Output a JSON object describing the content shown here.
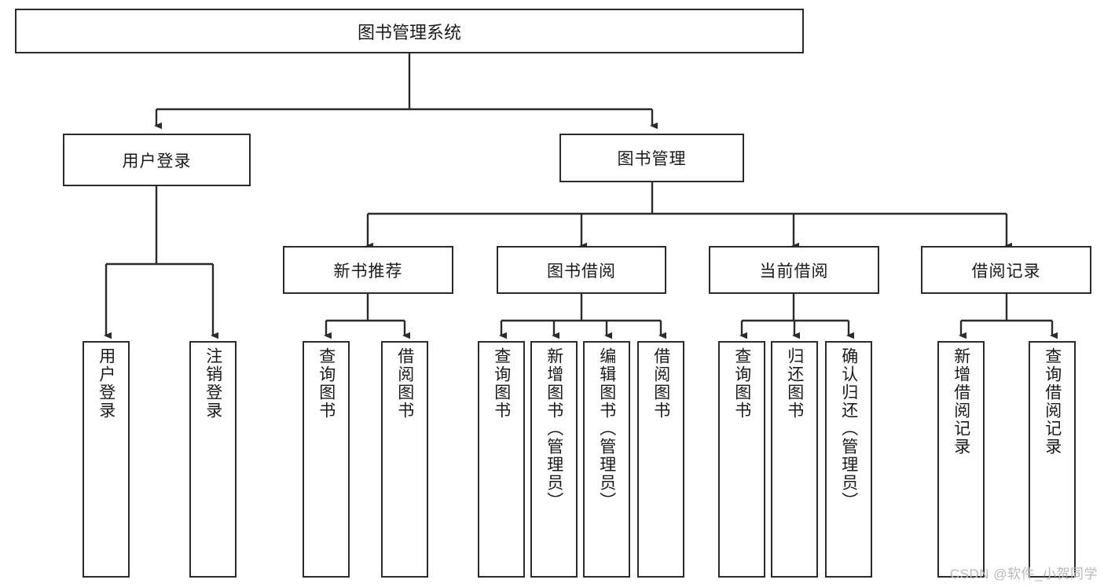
{
  "diagram": {
    "title": "图书管理系统",
    "watermark": "CSDN @软件_小贺同学",
    "colors": {
      "border": "#2b2b2b",
      "background": "#ffffff",
      "text": "#1a1a1a",
      "watermark": "#b9b9b9"
    },
    "level1": [
      {
        "label": "用户登录"
      },
      {
        "label": "图书管理"
      }
    ],
    "level2": [
      {
        "label": "新书推荐"
      },
      {
        "label": "图书借阅"
      },
      {
        "label": "当前借阅"
      },
      {
        "label": "借阅记录"
      }
    ],
    "leaves": {
      "user_login": [
        {
          "label": "用户登录"
        },
        {
          "label": "注销登录"
        }
      ],
      "new_book_recommend": [
        {
          "label": "查询图书"
        },
        {
          "label": "借阅图书"
        }
      ],
      "book_borrow": [
        {
          "label": "查询图书"
        },
        {
          "label": "新增图书（管理员）"
        },
        {
          "label": "编辑图书（管理员）"
        },
        {
          "label": "借阅图书"
        }
      ],
      "current_borrow": [
        {
          "label": "查询图书"
        },
        {
          "label": "归还图书"
        },
        {
          "label": "确认归还（管理员）"
        }
      ],
      "borrow_record": [
        {
          "label": "新增借阅记录"
        },
        {
          "label": "查询借阅记录"
        }
      ]
    }
  }
}
